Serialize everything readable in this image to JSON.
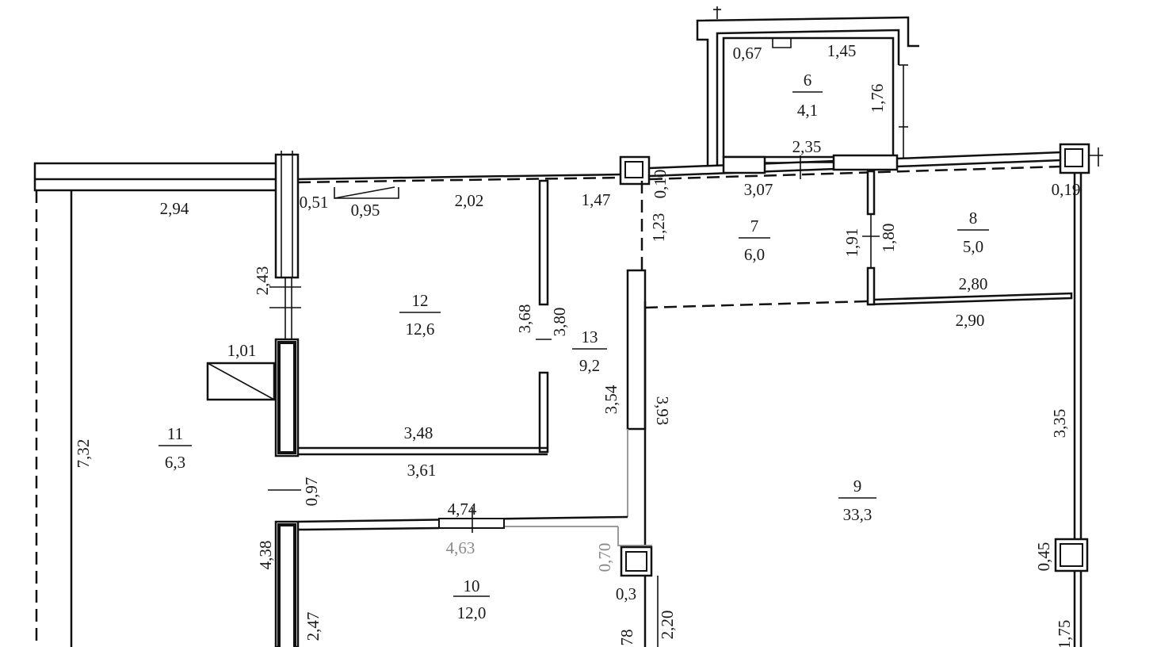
{
  "rooms": [
    {
      "number": "6",
      "area": "4,1"
    },
    {
      "number": "7",
      "area": "6,0"
    },
    {
      "number": "8",
      "area": "5,0"
    },
    {
      "number": "9",
      "area": "33,3"
    },
    {
      "number": "10",
      "area": "12,0"
    },
    {
      "number": "11",
      "area": "6,3"
    },
    {
      "number": "12",
      "area": "12,6"
    },
    {
      "number": "13",
      "area": "9,2"
    }
  ],
  "dimensions": [
    "0,67",
    "1,45",
    "1,76",
    "2,35",
    "0,10",
    "3,07",
    "0,19",
    "2,94",
    "0,51",
    "0,95",
    "2,02",
    "1,47",
    "1,23",
    "1,91",
    "1,80",
    "2,80",
    "2,90",
    "2,43",
    "3,68",
    "3,80",
    "1,01",
    "3,54",
    "3,93",
    "3,35",
    "7,32",
    "3,48",
    "3,61",
    "0,97",
    "4,74",
    "4,63",
    "0,70",
    "0,45",
    "4,38",
    "0,3",
    "2,47",
    "78",
    "2,20",
    "1,75"
  ]
}
